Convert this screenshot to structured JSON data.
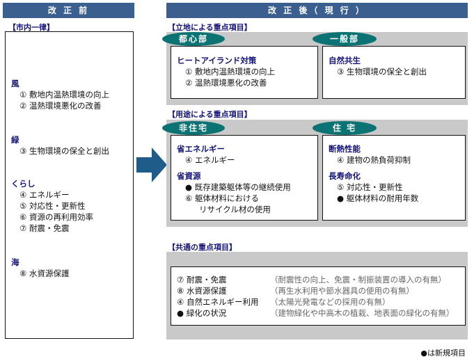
{
  "before": {
    "title": "改 正 前",
    "section": "【市内一律】",
    "groups": [
      {
        "heading": "風",
        "items": [
          "① 敷地内温熱環境の向上",
          "② 温熱環境悪化の改善"
        ]
      },
      {
        "heading": "緑",
        "items": [
          "③ 生物環境の保全と創出"
        ]
      },
      {
        "heading": "くらし",
        "items": [
          "④ エネルギー",
          "⑤ 対応性・更新性",
          "⑥ 資源の再利用効率",
          "⑦ 耐震・免震"
        ]
      },
      {
        "heading": "海",
        "items": [
          "⑧ 水資源保護"
        ]
      }
    ]
  },
  "after": {
    "title": "改 正 後（ 現 行 ）",
    "location": {
      "section": "【立地による重点項目】",
      "urban": {
        "label": "都心部",
        "heading": "ヒートアイランド対策",
        "items": [
          "① 敷地内温熱環境の向上",
          "② 温熱環境悪化の改善"
        ]
      },
      "general": {
        "label": "一般部",
        "heading": "自然共生",
        "items": [
          "③ 生物環境の保全と創出"
        ]
      }
    },
    "use": {
      "section": "【用途による重点項目】",
      "nonres": {
        "label": "非住宅",
        "h1": "省エネルギー",
        "h1_items": [
          "④ エネルギー"
        ],
        "h2": "省資源",
        "h2_items": [
          "● 既存建築躯体等の継続使用",
          "⑥ 躯体材料における",
          "リサイクル材の使用"
        ]
      },
      "res": {
        "label": "住 宅",
        "h1": "断熱性能",
        "h1_items": [
          "④ 建物の熱負荷抑制"
        ],
        "h2": "長寿命化",
        "h2_items": [
          "⑤ 対応性・更新性",
          "● 躯体材料の耐用年数"
        ]
      }
    },
    "common": {
      "section": "【共通の重点項目】",
      "rows": [
        {
          "item": "⑦ 耐震・免震",
          "note": "（耐震性の向上、免震・制振装置の導入の有無）"
        },
        {
          "item": "⑧ 水資源保護",
          "note": "（再生水利用や節水器具の使用の有無）"
        },
        {
          "item": "④ 自然エネルギー利用",
          "note": "（太陽光発電などの採用の有無）"
        },
        {
          "item": "● 緑化の状況",
          "note": "（建物緑化や中高木の植栽、地表面の緑化の有無）"
        }
      ]
    }
  },
  "footnote": "●は新規項目"
}
